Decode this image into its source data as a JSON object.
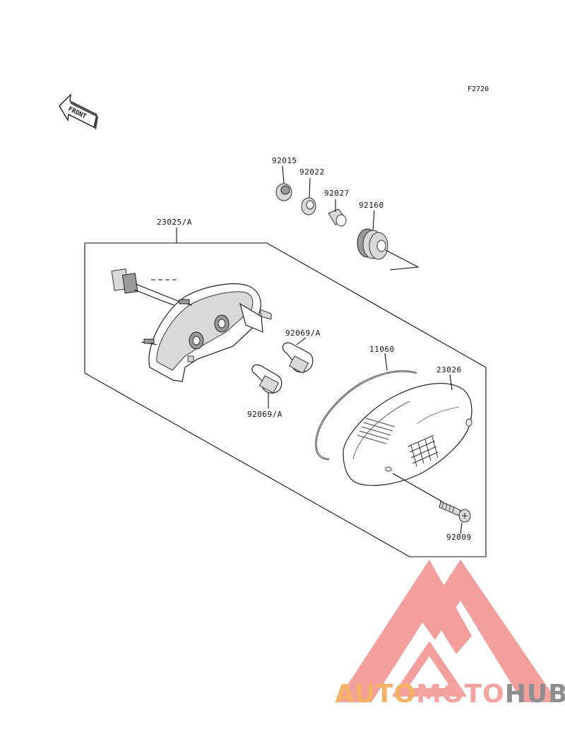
{
  "figure_code": "F2720",
  "front_label": "FRONT",
  "parts": {
    "p92015": "92015",
    "p92022": "92022",
    "p92027": "92027",
    "p92160": "92160",
    "p23025": "23025/A",
    "p92069a": "92069/A",
    "p92069b": "92069/A",
    "p11060": "11060",
    "p23026": "23026",
    "p92009": "92009"
  },
  "watermark": {
    "part1": "AUTO",
    "part2": "MOTO",
    "part3": "HUB",
    "color_orange": "#f5b266",
    "color_pink": "#f4a4a0",
    "color_gray": "#8e8e8e",
    "logo_color": "#f28f8c"
  }
}
